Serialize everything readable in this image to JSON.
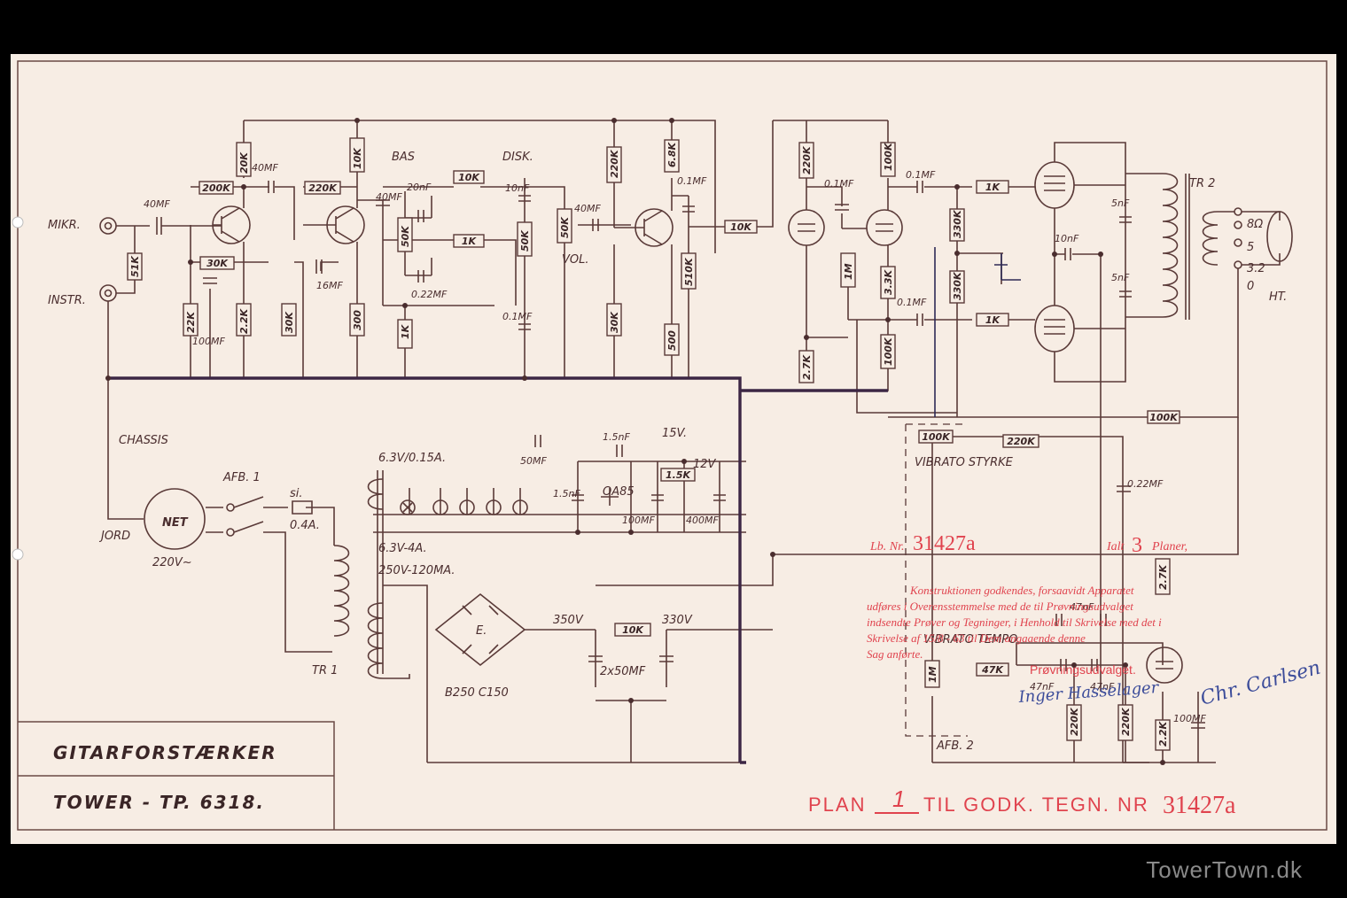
{
  "title_block": {
    "line1": "GITARFORSTÆRKER",
    "line2": "TOWER - TP. 6318."
  },
  "approval": {
    "lb_prefix": "Lb. Nr.",
    "lb_number": "31427a",
    "ialt": "Ialt",
    "ialt_num": "3",
    "planer": "Planer,",
    "text_lines": [
      "Konstruktionen godkendes, forsaavidt Apparatet",
      "udføres i Overensstemmelse med de til Prøvningsudvalget",
      "indsendte Prøver og Tegninger, i Henhold til Skrivelse med det i",
      "Skrivelse af 15/8 - 63 til Dem angaaende denne",
      "Sag anførte."
    ],
    "committee": "Prøvningsudvalget.",
    "plan_prefix": "PLAN",
    "plan_num": "1",
    "plan_mid": "TIL GODK. TEGN. NR",
    "plan_number": "31427a"
  },
  "signatures": [
    "Inger Hasselager",
    "Chr. Carlsen"
  ],
  "footer": "TowerTown.dk",
  "colors": {
    "ink": "#5a3a38",
    "stamp": "#e0434e",
    "paper": "#f7ede4",
    "pen": "#2e2a55"
  },
  "labels": {
    "mikr": "MIKR.",
    "instr": "INSTR.",
    "chassis": "CHASSIS",
    "jord": "JORD",
    "net": "NET",
    "mains": "220V~",
    "afb1": "AFB. 1",
    "afb2": "AFB. 2",
    "si": "si.",
    "fuse": "0.4A.",
    "tr1": "TR 1",
    "tr2": "TR 2",
    "ht": "HT.",
    "bas": "BAS",
    "disk": "DISK.",
    "vol": "VOL.",
    "vibrato_styrke": "VIBRATO STYRKE",
    "vibrato_tempo": "VIBRATO TEMPO",
    "heater1": "6.3V/0.15A.",
    "heater2": "6.3V-4A.",
    "ht_winding": "250V-120MA.",
    "rectifier": "B250 C150",
    "bridge": "E.",
    "v350": "350V",
    "v330": "330V",
    "v15": "15V.",
    "v12": "12V",
    "c2950": "2x50MF",
    "oa85": "OA85",
    "tap8": "8Ω",
    "tap5": "5",
    "tap32": "3.2",
    "tap0": "0"
  },
  "components": {
    "r1": "51K",
    "r2": "22K",
    "r3": "200K",
    "r4": "30K",
    "r5": "2.2K",
    "r6": "20K",
    "r7": "30K",
    "r8": "220K",
    "r9": "10K",
    "r10": "300",
    "r11": "1K",
    "r12": "50K",
    "r13": "10K",
    "r14": "1K",
    "r15": "50K",
    "r16": "50K",
    "r17": "30K",
    "r18": "220K",
    "r19": "6.8K",
    "r20": "500",
    "r21": "510K",
    "r22": "10K",
    "r23": "220K",
    "r24": "2.7K",
    "r25": "1M",
    "r26": "100K",
    "r27": "3.3K",
    "r28": "100K",
    "r29": "330K",
    "r30": "330K",
    "r31": "1K",
    "r32": "1K",
    "r33": "100K",
    "r34": "1.5K",
    "r35": "10K",
    "r36": "100K",
    "r37": "220K",
    "r38": "2.7K",
    "r39": "1M",
    "r40": "47K",
    "r41": "220K",
    "r42": "220K",
    "r43": "2.2K",
    "c1": "40MF",
    "c2": "100MF",
    "c3": "40MF",
    "c5": "40MF",
    "c4": "16MF",
    "c6": "20nF",
    "c7": "0.22MF",
    "c8": "10nF",
    "c9": "0.1MF",
    "c10": "40MF",
    "c11": "0.1MF",
    "c13": "0.1MF",
    "c14": "0.1MF",
    "c15": "0.1MF",
    "c16": "10nF",
    "c17": "5nF",
    "c18": "5nF",
    "c19": "50MF",
    "c20": "1.5nF",
    "c21": "1.5nF",
    "c22": "100MF",
    "c23": "400MF",
    "c25": "0.22MF",
    "c26": "47nF",
    "c27": "47nF",
    "c28": "47nF",
    "c24": "100MF"
  }
}
